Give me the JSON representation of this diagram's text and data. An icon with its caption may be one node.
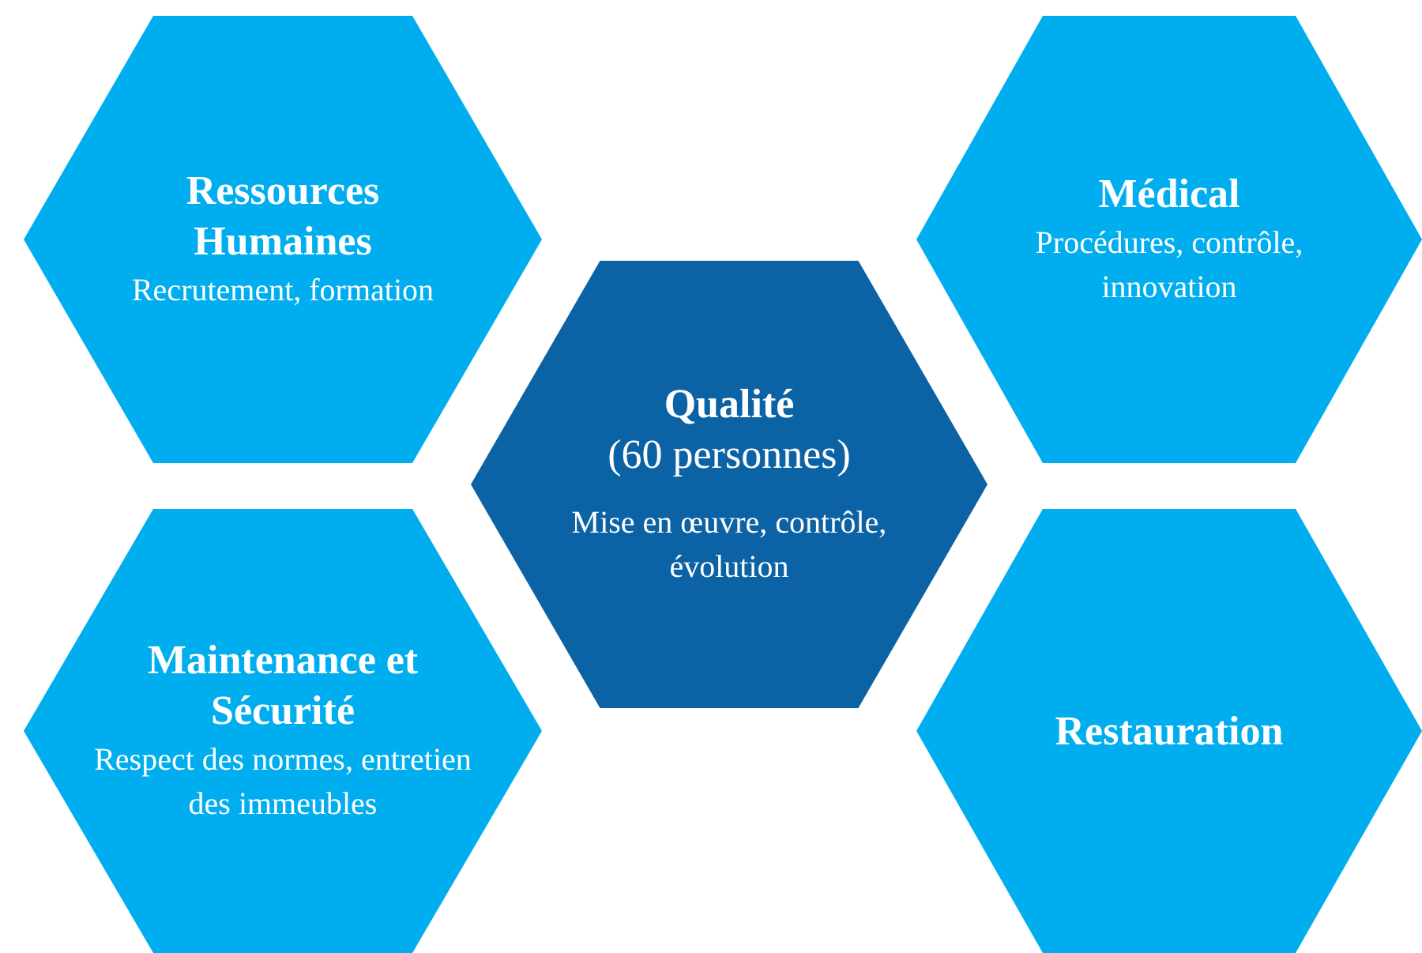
{
  "diagram": {
    "nodes": [
      {
        "text": [
          "Ressources Humaines",
          "Recrutement, formation"
        ]
      },
      {
        "text": [
          "Médical",
          "Procédures, contrôle, innovation"
        ]
      },
      {
        "text": [
          "Qualité",
          "(60 personnes)",
          "Mise en œuvre, contrôle, évolution"
        ]
      },
      {
        "text": [
          "Maintenance et Sécurité",
          "Respect des normes, entretien des immeubles"
        ]
      },
      {
        "text": [
          "Restauration"
        ]
      }
    ]
  }
}
